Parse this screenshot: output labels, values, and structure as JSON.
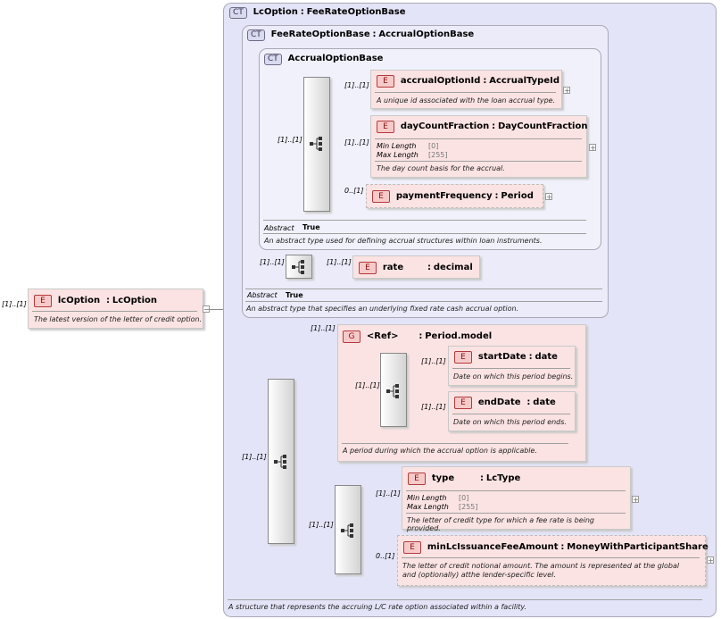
{
  "root": {
    "multiplicity": "[1]..[1]",
    "badge": "E",
    "name": "lcOption",
    "type_sep": ":",
    "type": "LcOption",
    "doc": "The latest version of the letter of credit option.",
    "collapse_glyph": "−"
  },
  "lcOptionType": {
    "badge": "CT",
    "name": "LcOption",
    "base": "FeeRateOptionBase",
    "doc": "A structure that represents the accruing L/C rate option associated within a facility."
  },
  "feeRateOptionBase": {
    "badge": "CT",
    "name": "FeeRateOptionBase",
    "base": "AccrualOptionBase",
    "abstract_label": "Abstract",
    "abstract_value": "True",
    "doc": "An abstract type that specifies an underlying fixed rate cash accrual option.",
    "seq_multiplicity": "[1]..[1]",
    "rate": {
      "multiplicity": "[1]..[1]",
      "badge": "E",
      "name": "rate",
      "type": "decimal"
    }
  },
  "accrualOptionBase": {
    "badge": "CT",
    "name": "AccrualOptionBase",
    "seq_multiplicity": "[1]..[1]",
    "abstract_label": "Abstract",
    "abstract_value": "True",
    "doc": "An abstract type used for defining accrual structures within loan instruments.",
    "elements": [
      {
        "multiplicity": "[1]..[1]",
        "badge": "E",
        "name": "accrualOptionId",
        "type": "AccrualTypeId",
        "doc": "A unique id associated with the loan accrual type."
      },
      {
        "multiplicity": "[1]..[1]",
        "badge": "E",
        "name": "dayCountFraction",
        "type": "DayCountFraction",
        "facet1_label": "Min Length",
        "facet1_value": "[0]",
        "facet2_label": "Max Length",
        "facet2_value": "[255]",
        "doc": "The day count basis for the accrual."
      },
      {
        "multiplicity": "0..[1]",
        "badge": "E",
        "name": "paymentFrequency",
        "type": "Period"
      }
    ]
  },
  "mainSequence": {
    "multiplicity": "[1]..[1]"
  },
  "periodGroup": {
    "multiplicity": "[1]..[1]",
    "badge": "G",
    "name": "<Ref>",
    "type": "Period.model",
    "seq_multiplicity": "[1]..[1]",
    "doc": "A period during which the accrual option is applicable.",
    "elements": [
      {
        "multiplicity": "[1]..[1]",
        "badge": "E",
        "name": "startDate",
        "type": "date",
        "doc": "Date on which this period begins."
      },
      {
        "multiplicity": "[1]..[1]",
        "badge": "E",
        "name": "endDate",
        "type": "date",
        "doc": "Date on which this period ends."
      }
    ]
  },
  "lowerSequence": {
    "multiplicity": "[1]..[1]",
    "type_el": {
      "multiplicity": "[1]..[1]",
      "badge": "E",
      "name": "type",
      "type": "LcType",
      "facet1_label": "Min Length",
      "facet1_value": "[0]",
      "facet2_label": "Max Length",
      "facet2_value": "[255]",
      "doc": "The letter of credit type for which a fee rate is being provided."
    },
    "minFee": {
      "multiplicity": "0..[1]",
      "badge": "E",
      "name": "minLcIssuanceFeeAmount",
      "type": "MoneyWithParticipantShare",
      "doc": "The letter of credit notional amount. The amount is represented at the global and (optionally) atthe lender-specific level."
    }
  },
  "expand_glyph": "+"
}
